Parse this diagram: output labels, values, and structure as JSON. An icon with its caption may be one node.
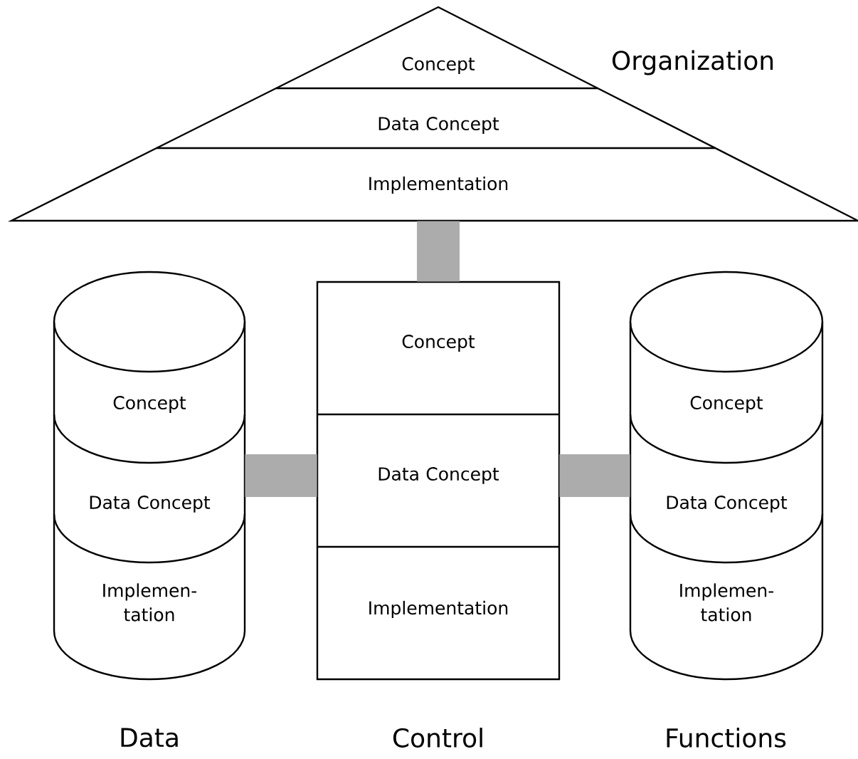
{
  "diagram": {
    "nodes": [
      {
        "text": [
          "Organization"
        ]
      },
      {
        "text": [
          "Concept"
        ],
        "in": 0
      },
      {
        "text": [
          "Data Concept"
        ],
        "in": 0
      },
      {
        "text": [
          "Implementation"
        ],
        "in": 0
      },
      {
        "text": [
          "Data"
        ]
      },
      {
        "text": [
          "Concept"
        ],
        "in": 4
      },
      {
        "text": [
          "Data Concept"
        ],
        "in": 4
      },
      {
        "text": [
          "Implemen- tation"
        ],
        "in": 4
      },
      {
        "text": [
          "Control"
        ]
      },
      {
        "text": [
          "Concept"
        ],
        "in": 8
      },
      {
        "text": [
          "Data Concept"
        ],
        "in": 8
      },
      {
        "text": [
          "Implementation"
        ],
        "in": 8
      },
      {
        "text": [
          "Functions"
        ]
      },
      {
        "text": [
          "Concept"
        ],
        "in": 12
      },
      {
        "text": [
          "Data Concept"
        ],
        "in": 12
      },
      {
        "text": [
          "Implemen- tation"
        ],
        "in": 12
      }
    ],
    "edges": [
      {
        "from": 0,
        "to": 8,
        "arrow": "none"
      },
      {
        "from": 4,
        "to": 8,
        "arrow": "none"
      },
      {
        "from": 8,
        "to": 12,
        "arrow": "none"
      }
    ]
  }
}
